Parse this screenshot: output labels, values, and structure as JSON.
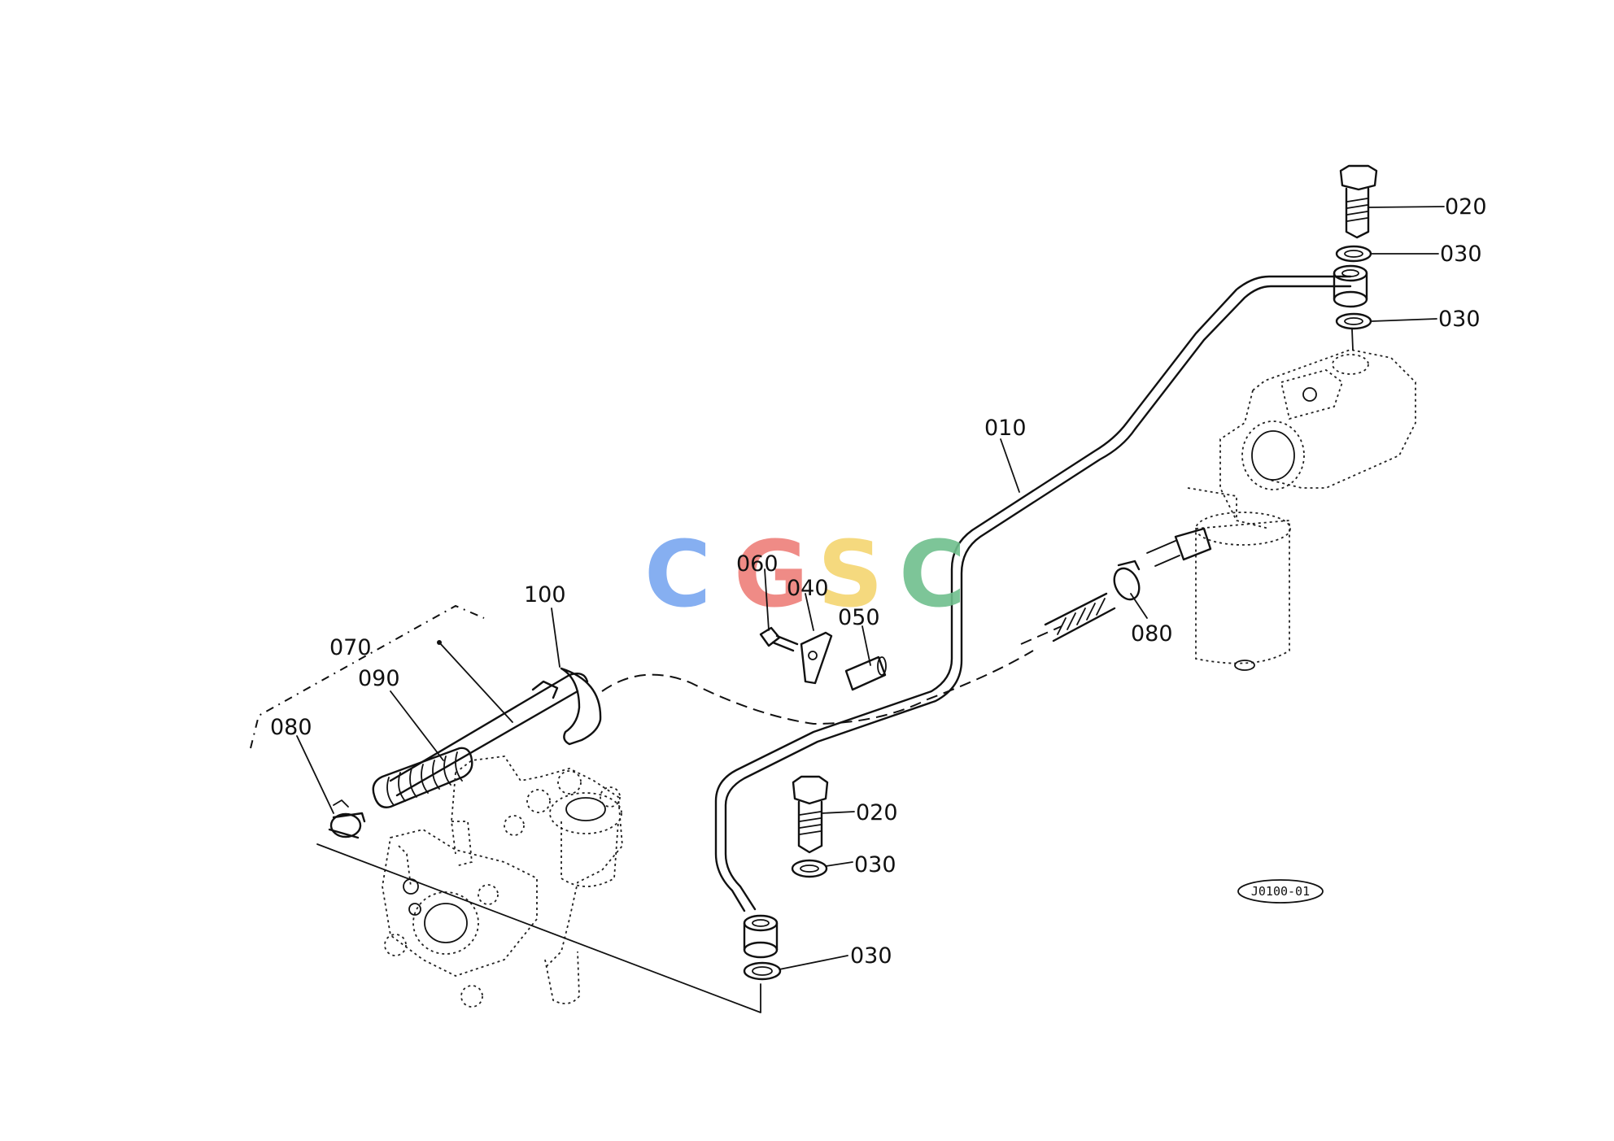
{
  "watermark": {
    "letters": [
      "C",
      "G",
      "S",
      "C"
    ],
    "colors": [
      "#7aa7f0",
      "#ee7f7a",
      "#f5d571",
      "#6fbf8d"
    ]
  },
  "callouts": [
    {
      "id": "c010",
      "text": "010"
    },
    {
      "id": "c020a",
      "text": "020"
    },
    {
      "id": "c030a",
      "text": "030"
    },
    {
      "id": "c030b",
      "text": "030"
    },
    {
      "id": "c060",
      "text": "060"
    },
    {
      "id": "c040",
      "text": "040"
    },
    {
      "id": "c050",
      "text": "050"
    },
    {
      "id": "c080a",
      "text": "080"
    },
    {
      "id": "c100",
      "text": "100"
    },
    {
      "id": "c070",
      "text": "070"
    },
    {
      "id": "c090",
      "text": "090"
    },
    {
      "id": "c080b",
      "text": "080"
    },
    {
      "id": "c020b",
      "text": "020"
    },
    {
      "id": "c030c",
      "text": "030"
    },
    {
      "id": "c030d",
      "text": "030"
    }
  ],
  "reference_code": "J0100-01"
}
